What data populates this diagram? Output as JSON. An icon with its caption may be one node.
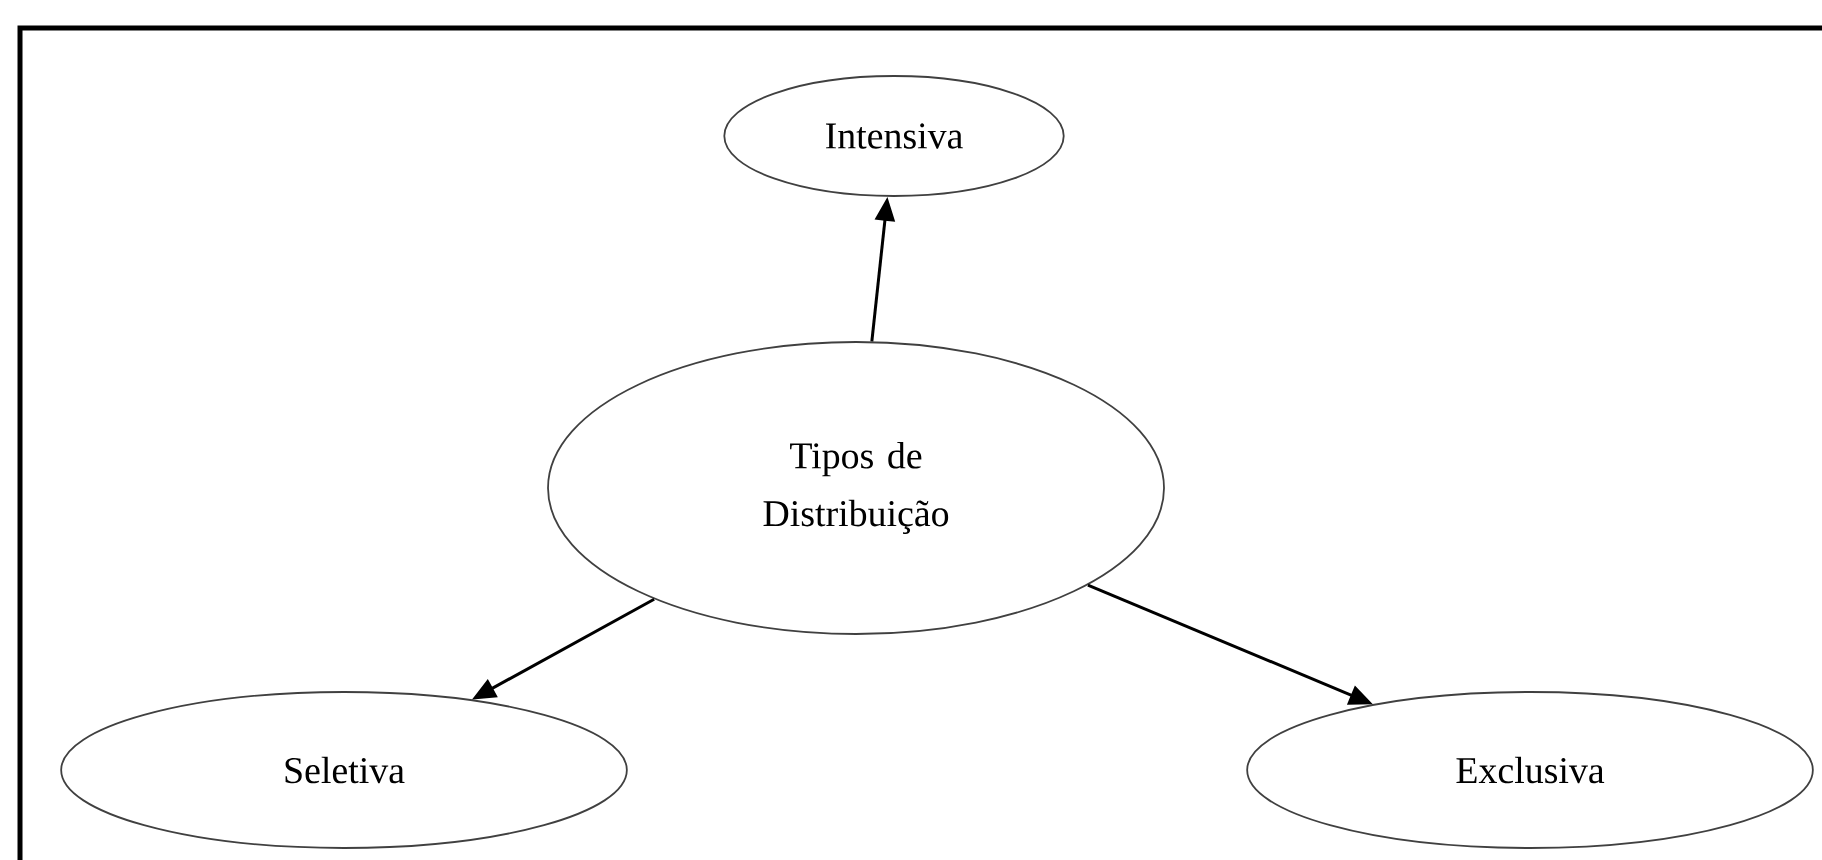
{
  "diagram": {
    "nodes": [
      {
        "text": [
          "Intensiva"
        ]
      },
      {
        "text": [
          "Tipos de Distribuição"
        ]
      },
      {
        "text": [
          "Seletiva"
        ]
      },
      {
        "text": [
          "Exclusiva"
        ]
      }
    ],
    "edges": [
      {
        "from": 1,
        "to": 0,
        "arrow": "to"
      },
      {
        "from": 1,
        "to": 2,
        "arrow": "to"
      },
      {
        "from": 1,
        "to": 3,
        "arrow": "to"
      }
    ]
  }
}
